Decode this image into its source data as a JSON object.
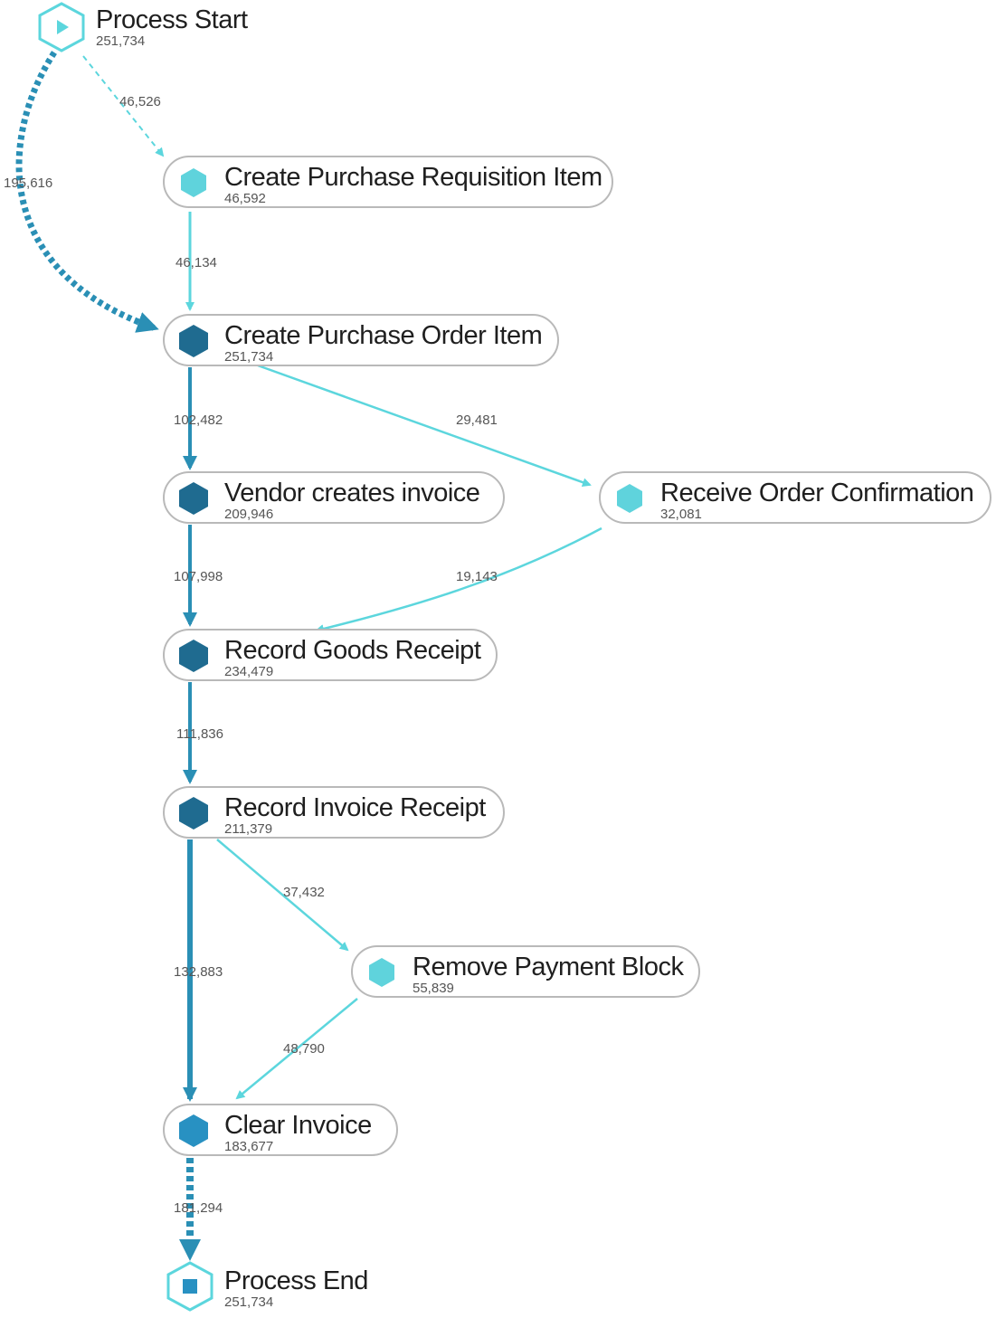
{
  "colors": {
    "dark": "#1f6b90",
    "medium": "#2891c2",
    "light": "#5fd3dc",
    "edge_light": "#5cd6dd",
    "edge_dark": "#2a8fb5"
  },
  "terminals": {
    "start": {
      "label": "Process Start",
      "count": "251,734",
      "icon": "play-icon"
    },
    "end": {
      "label": "Process End",
      "count": "251,734",
      "icon": "stop-icon"
    }
  },
  "nodes": {
    "requisition": {
      "label": "Create Purchase Requisition Item",
      "count": "46,592",
      "shade": "light"
    },
    "order_item": {
      "label": "Create Purchase Order Item",
      "count": "251,734",
      "shade": "dark"
    },
    "vendor_invoice": {
      "label": "Vendor creates invoice",
      "count": "209,946",
      "shade": "dark"
    },
    "order_confirmation": {
      "label": "Receive Order Confirmation",
      "count": "32,081",
      "shade": "light"
    },
    "goods_receipt": {
      "label": "Record Goods Receipt",
      "count": "234,479",
      "shade": "dark"
    },
    "invoice_receipt": {
      "label": "Record Invoice Receipt",
      "count": "211,379",
      "shade": "dark"
    },
    "payment_block": {
      "label": "Remove Payment Block",
      "count": "55,839",
      "shade": "light"
    },
    "clear_invoice": {
      "label": "Clear Invoice",
      "count": "183,677",
      "shade": "medium"
    }
  },
  "edges": {
    "start_to_requisition": "46,526",
    "start_to_order_item": "195,616",
    "requisition_to_order_item": "46,134",
    "order_item_to_vendor_invoice": "102,482",
    "order_item_to_confirmation": "29,481",
    "vendor_invoice_to_goods_receipt": "107,998",
    "confirmation_to_goods_receipt": "19,143",
    "goods_receipt_to_invoice_receipt": "111,836",
    "invoice_receipt_to_payment_block": "37,432",
    "invoice_receipt_to_clear_invoice": "132,883",
    "payment_block_to_clear_invoice": "48,790",
    "clear_invoice_to_end": "181,294"
  }
}
